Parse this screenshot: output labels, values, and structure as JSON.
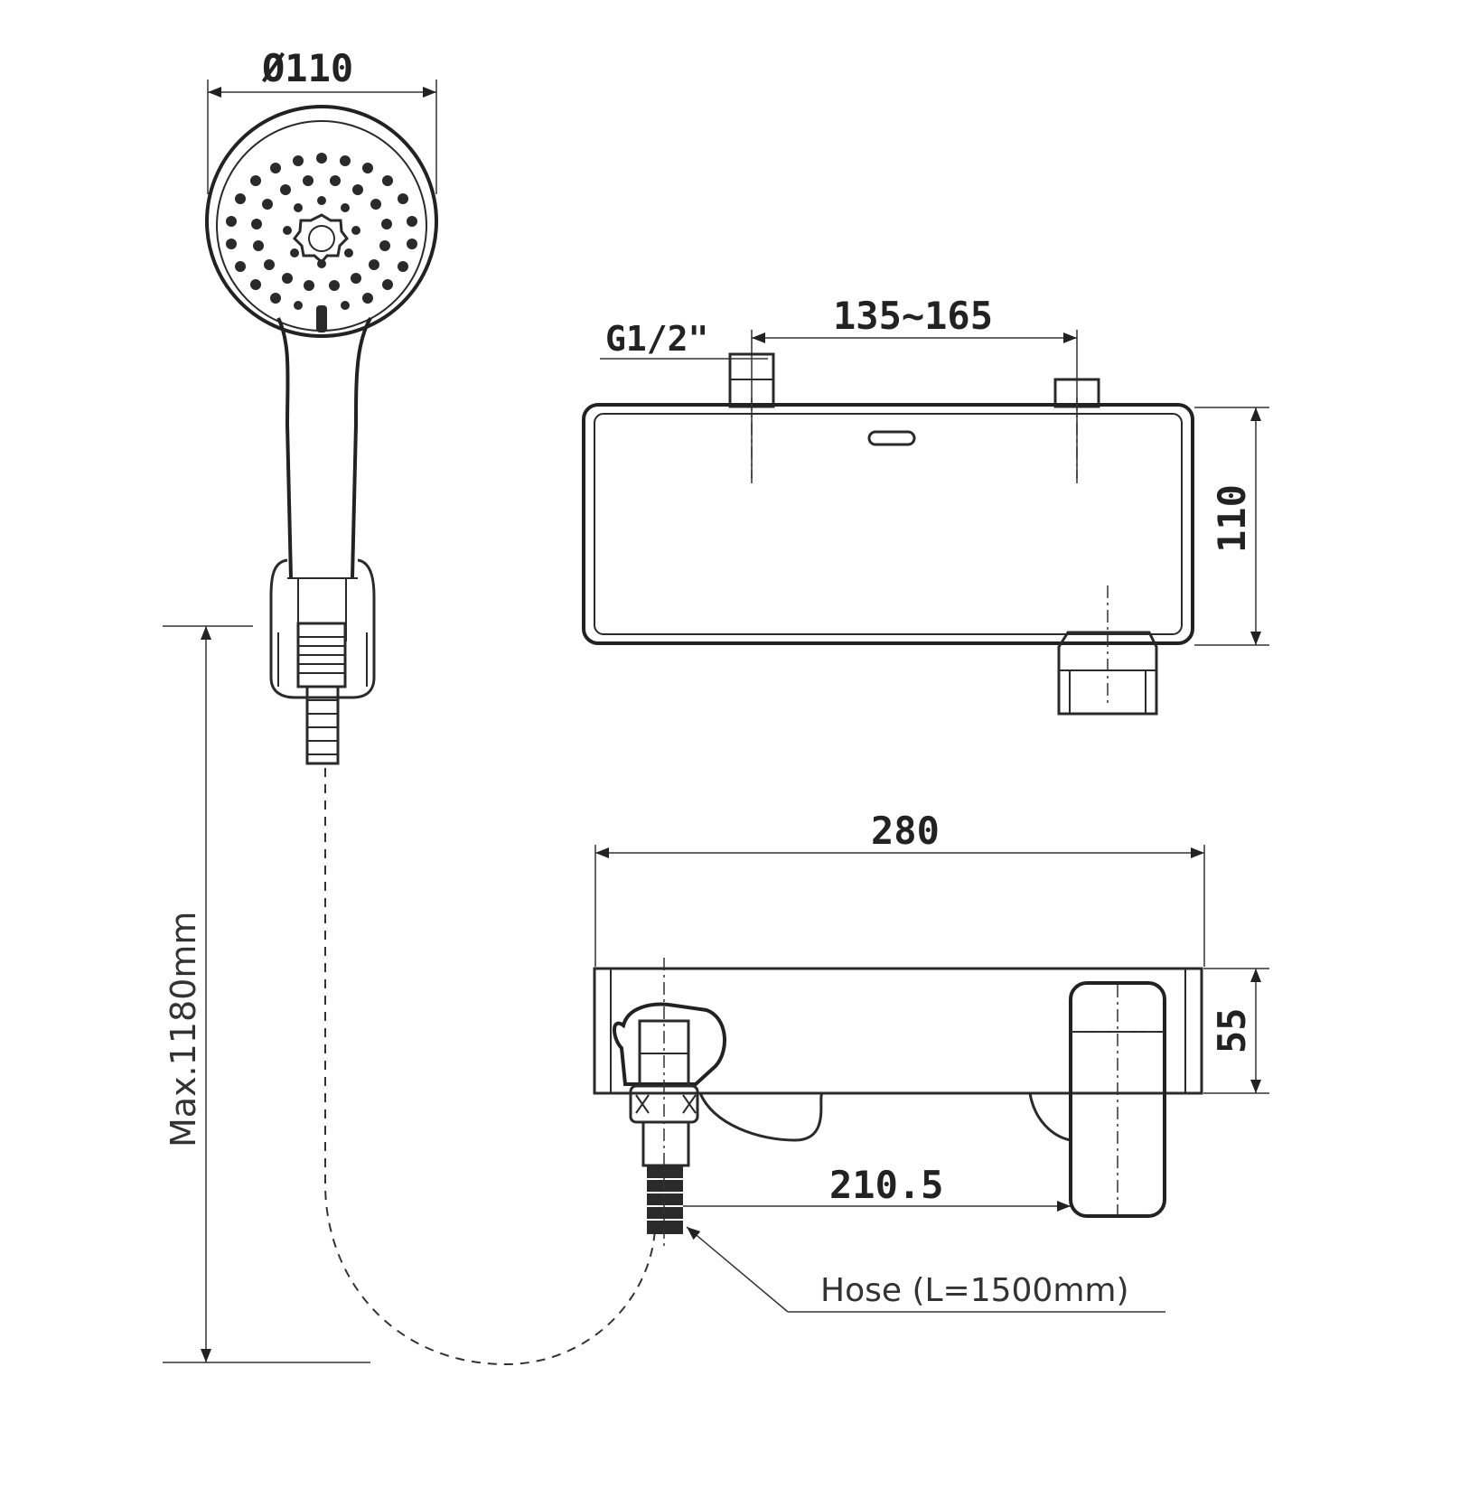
{
  "dimensions": {
    "head_diameter": "Ø110",
    "pipe_thread": "G1/2\"",
    "inlet_spacing": "135~165",
    "body_height_top_view": "110",
    "body_length": "280",
    "body_depth": "55",
    "outlet_offset": "210.5",
    "max_height": "Max.1180mm"
  },
  "labels": {
    "hose": "Hose (L=1500mm)"
  }
}
